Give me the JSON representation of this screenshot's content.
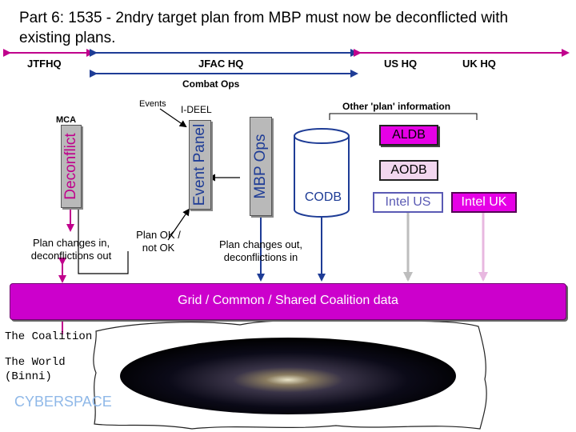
{
  "title": "Part 6: 1535 - 2ndry target plan from MBP must now be deconflicted with existing plans.",
  "hq": {
    "jtfhq": "JTFHQ",
    "jfachq": "JFAC HQ",
    "ushq": "US HQ",
    "ukhq": "UK HQ",
    "combat_ops": "Combat Ops"
  },
  "labels": {
    "events": "Events",
    "ideel": "I-DEEL",
    "mca": "MCA",
    "other_plan": "Other 'plan' information"
  },
  "panels": {
    "deconflict": "Deconflict",
    "event_panel": "Event Panel",
    "mbp_ops": "MBP Ops"
  },
  "databases": {
    "aldb": "ALDB",
    "aodb": "AODB",
    "codb": "CODB",
    "intel_us": "Intel US",
    "intel_uk": "Intel UK"
  },
  "notes": {
    "plan_changes_in": "Plan changes in, deconflictions out",
    "plan_ok": "Plan OK / not OK",
    "plan_changes_out": "Plan changes out, deconflictions in"
  },
  "grid": "Grid / Common / Shared Coalition data",
  "world": {
    "coalition": "The Coalition",
    "the_world": "The World",
    "binni": "(Binni)",
    "cyberspace": "CYBERSPACE"
  },
  "colors": {
    "magenta": "#cc00cc",
    "blue_arrow": "#1e3c96",
    "panel_grey": "#b9b9b9"
  }
}
